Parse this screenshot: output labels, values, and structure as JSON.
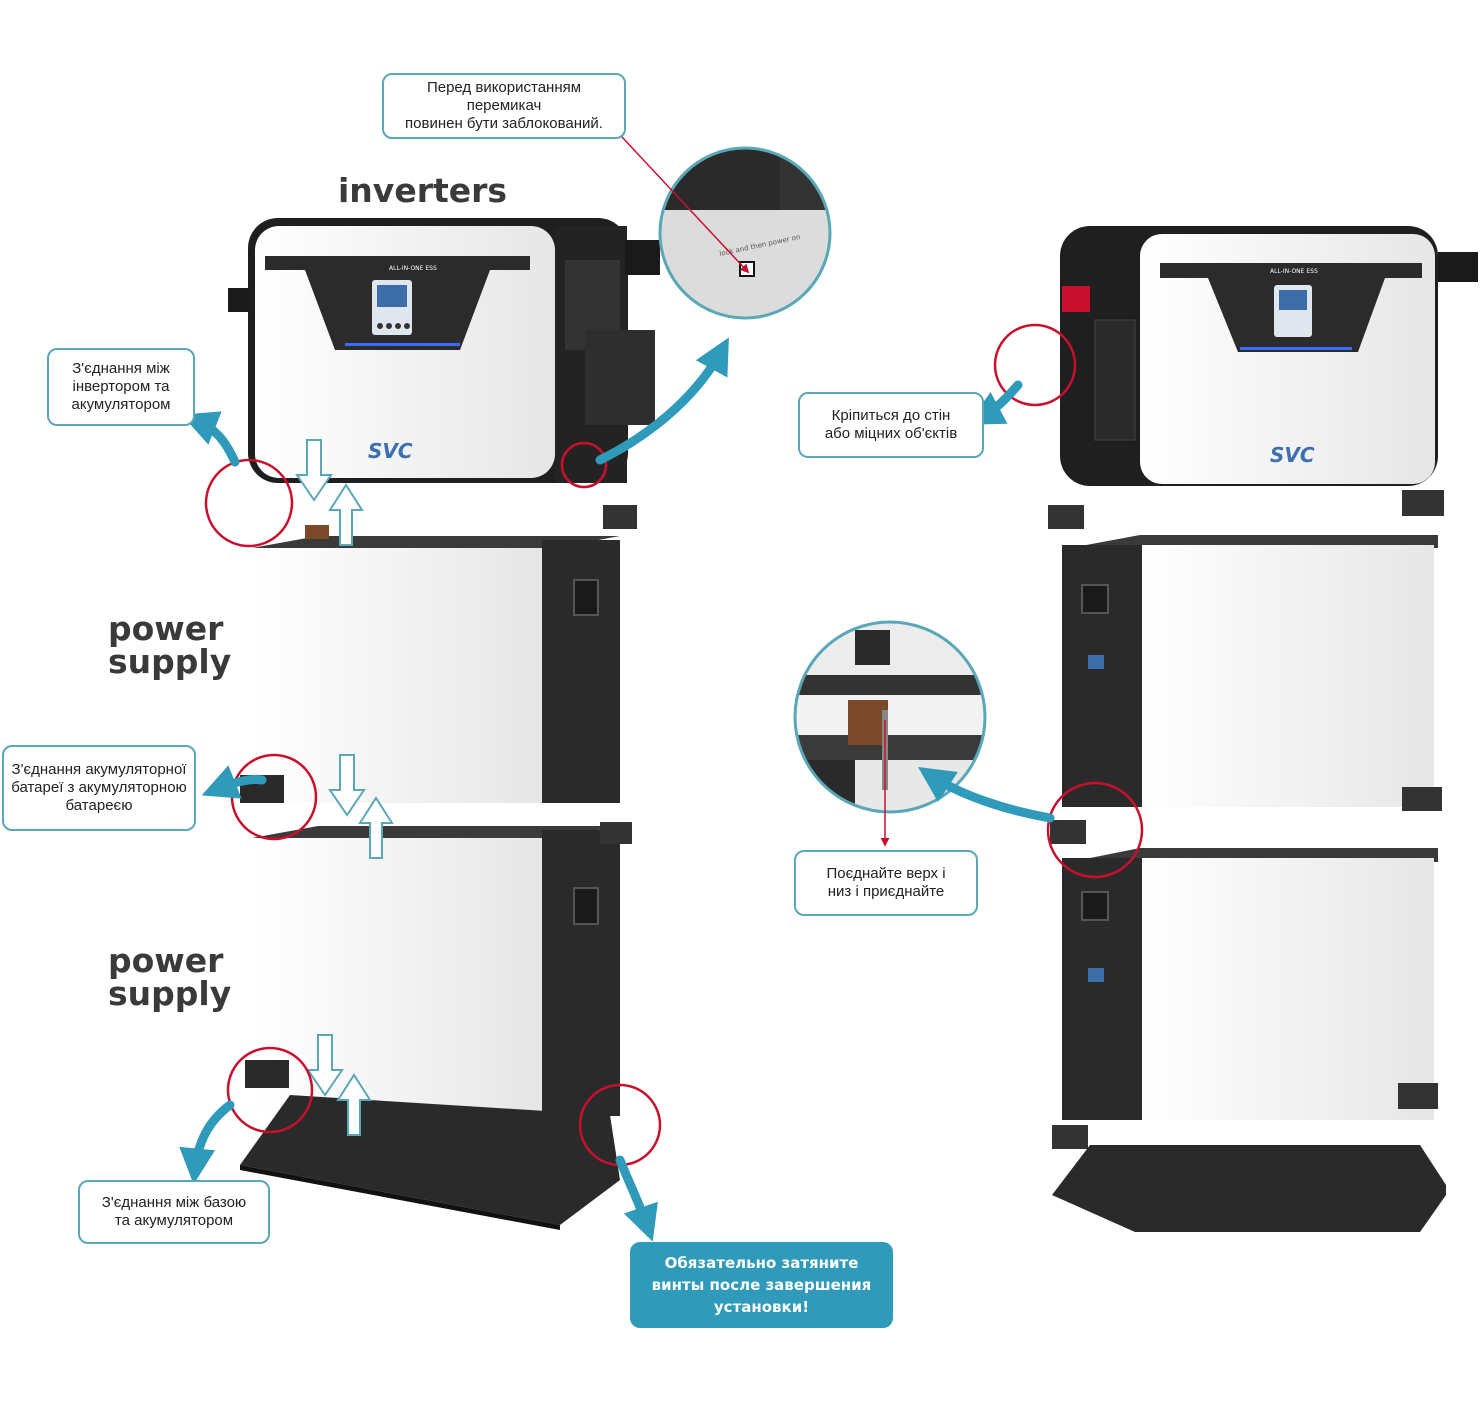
{
  "labels": {
    "inverters": "inverters",
    "power_supply_1": [
      "power",
      "supply"
    ],
    "power_supply_2": [
      "power",
      "supply"
    ]
  },
  "callouts": {
    "switch_lock": [
      "Перед використанням",
      "перемикач",
      "повинен бути заблокований."
    ],
    "inverter_battery": [
      "З'єднання між",
      "інвертором та",
      "акумулятором"
    ],
    "battery_battery": [
      "З'єднання акумуляторної",
      "батареї з акумуляторною",
      "батареєю"
    ],
    "base_battery": [
      "З'єднання між базою",
      "та акумулятором"
    ],
    "wall_mount": [
      "Кріпиться до стін",
      "або міцних об'єктів"
    ],
    "align_top_bottom": [
      "Поєднайте верх і",
      "низ і приєднайте"
    ],
    "tighten_screws": [
      "Обязательно затяните",
      "винты после завершения",
      "установки!"
    ]
  },
  "device_text": {
    "panel_title": "ALL-IN-ONE ESS",
    "brand": "SVC",
    "zoom_caption": "lock and then power on"
  },
  "colors": {
    "callout_border": "#5aa7b8",
    "highlight_circle": "#c8102e",
    "arrow_blue": "#2f9ab9",
    "warning_bg": "#2f9ab9",
    "device_dark": "#2a2a2a",
    "device_white": "#f4f4f4"
  }
}
